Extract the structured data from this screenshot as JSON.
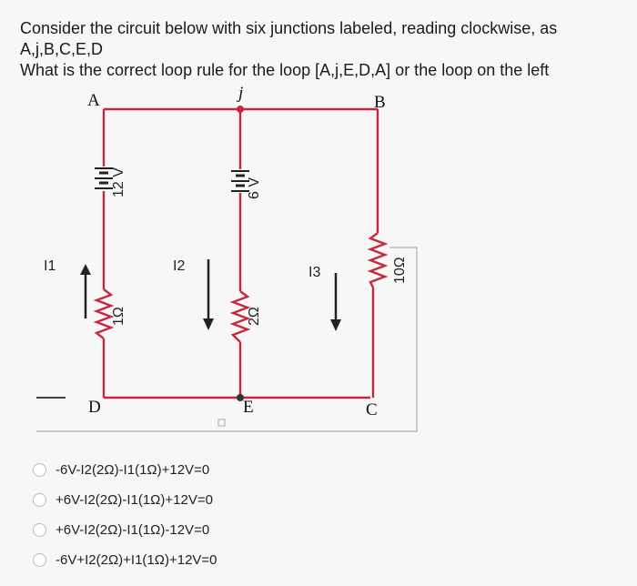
{
  "question": {
    "line1": "Consider the circuit below with six junctions labeled, reading clockwise, as A,j,B,C,E,D",
    "line2": "What is the correct loop rule for the loop [A,j,E,D,A] or the loop on the left"
  },
  "circuit": {
    "junctions": {
      "A": "A",
      "j": "j",
      "B": "B",
      "C": "C",
      "E": "E",
      "D": "D"
    },
    "left_branch": {
      "battery": "12 V",
      "resistor": "1Ω",
      "current": "I1"
    },
    "middle_branch": {
      "battery": "6 V",
      "resistor": "2Ω",
      "current": "I2"
    },
    "right_branch": {
      "resistor": "10Ω",
      "current": "I3"
    },
    "wire_color": "#c8283c"
  },
  "options": [
    {
      "label": "-6V-I2(2Ω)-I1(1Ω)+12V=0"
    },
    {
      "label": "+6V-I2(2Ω)-I1(1Ω)+12V=0"
    },
    {
      "label": "+6V-I2(2Ω)-I1(1Ω)-12V=0"
    },
    {
      "label": "-6V+I2(2Ω)+I1(1Ω)+12V=0"
    }
  ]
}
